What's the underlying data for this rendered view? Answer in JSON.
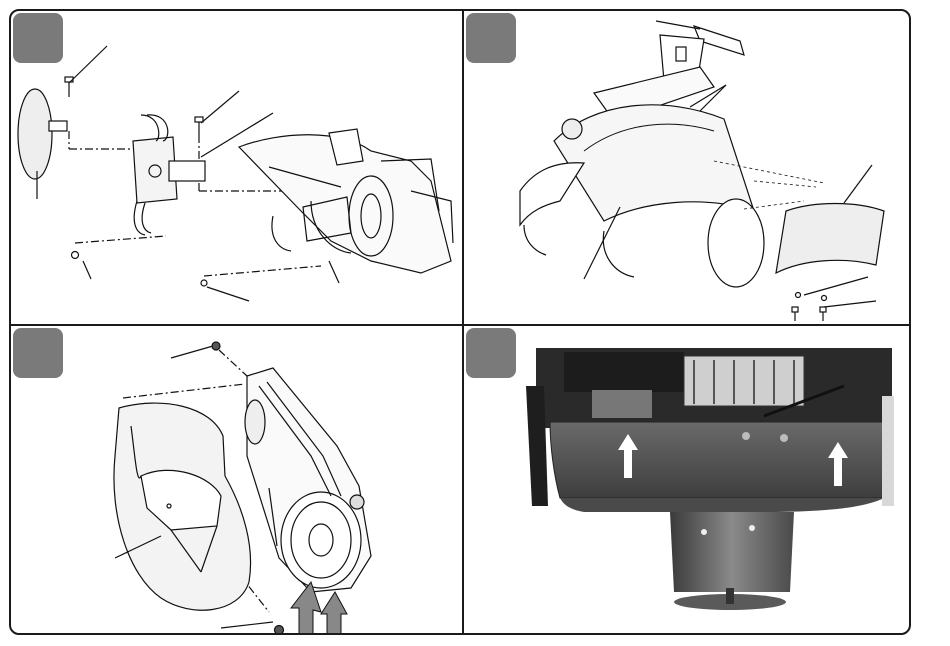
{
  "figure": {
    "panels": [
      {
        "id": 1,
        "subject": "tine-assembly-exploded-view"
      },
      {
        "id": 2,
        "subject": "tine-shield-and-side-cover-exploded-view"
      },
      {
        "id": 3,
        "subject": "belt-cover-removal"
      },
      {
        "id": 4,
        "subject": "engine-base-cover-photo"
      }
    ],
    "colors": {
      "frame": "#1a1a1a",
      "badge": "#7a7a7a",
      "line": "#111111",
      "photo_cover": "#5a5a5a"
    },
    "icons": [
      "step-badge",
      "up-arrow-icon",
      "bolt-icon",
      "nut-icon"
    ]
  }
}
